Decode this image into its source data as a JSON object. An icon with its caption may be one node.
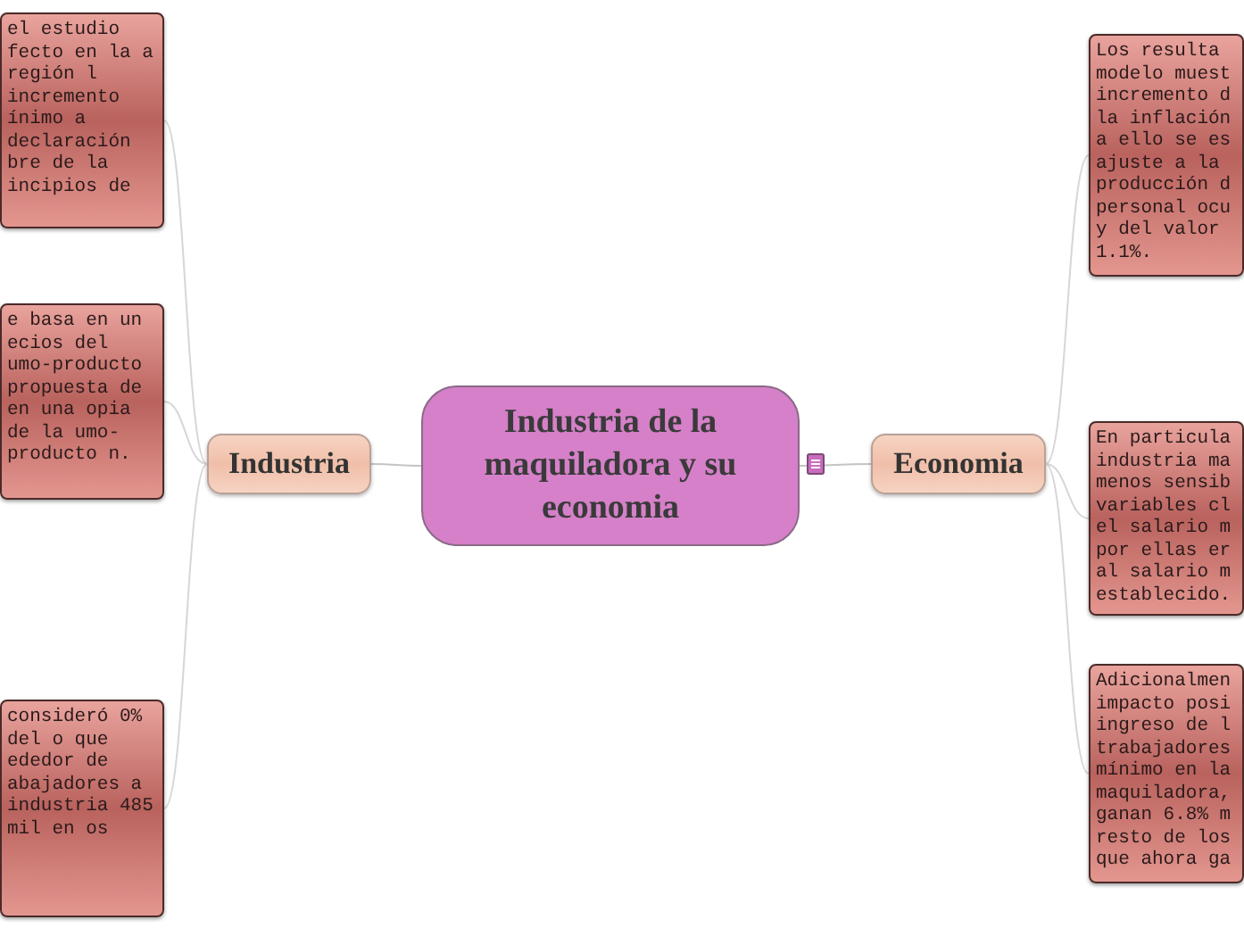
{
  "diagram": {
    "nodes": [
      {
        "text": [
          "Industria de la maquiladora y su economia"
        ]
      },
      {
        "text": [
          "Industria"
        ]
      },
      {
        "text": [
          "Economia"
        ]
      },
      {
        "text": [
          "el estudio fecto en la a región l incremento ínimo a declaración bre de la incipios de"
        ]
      },
      {
        "text": [
          "e basa en un ecios del umo-producto propuesta de en una opia de la umo-producto n."
        ]
      },
      {
        "text": [
          "consideró 0% del o que ededor de abajadores a industria 485 mil en os"
        ]
      },
      {
        "text": [
          "Los resulta modelo muest incremento d la inflación a ello se es ajuste a la producción d personal ocu y del valor 1.1%."
        ]
      },
      {
        "text": [
          "En particula industria ma menos sensib variables cl el salario m por ellas er al salario m establecido."
        ]
      },
      {
        "text": [
          "Adicionalmen impacto posi ingreso de l trabajadores mínimo en la maquiladora, ganan 6.8% m resto de los que ahora ga"
        ]
      }
    ],
    "edges": [
      {
        "from": 0,
        "to": 1,
        "arrow": "none"
      },
      {
        "from": 0,
        "to": 2,
        "arrow": "none"
      },
      {
        "from": 1,
        "to": 3,
        "arrow": "none"
      },
      {
        "from": 1,
        "to": 4,
        "arrow": "none"
      },
      {
        "from": 1,
        "to": 5,
        "arrow": "none"
      },
      {
        "from": 2,
        "to": 6,
        "arrow": "none"
      },
      {
        "from": 2,
        "to": 7,
        "arrow": "none"
      },
      {
        "from": 2,
        "to": 8,
        "arrow": "none"
      }
    ]
  }
}
